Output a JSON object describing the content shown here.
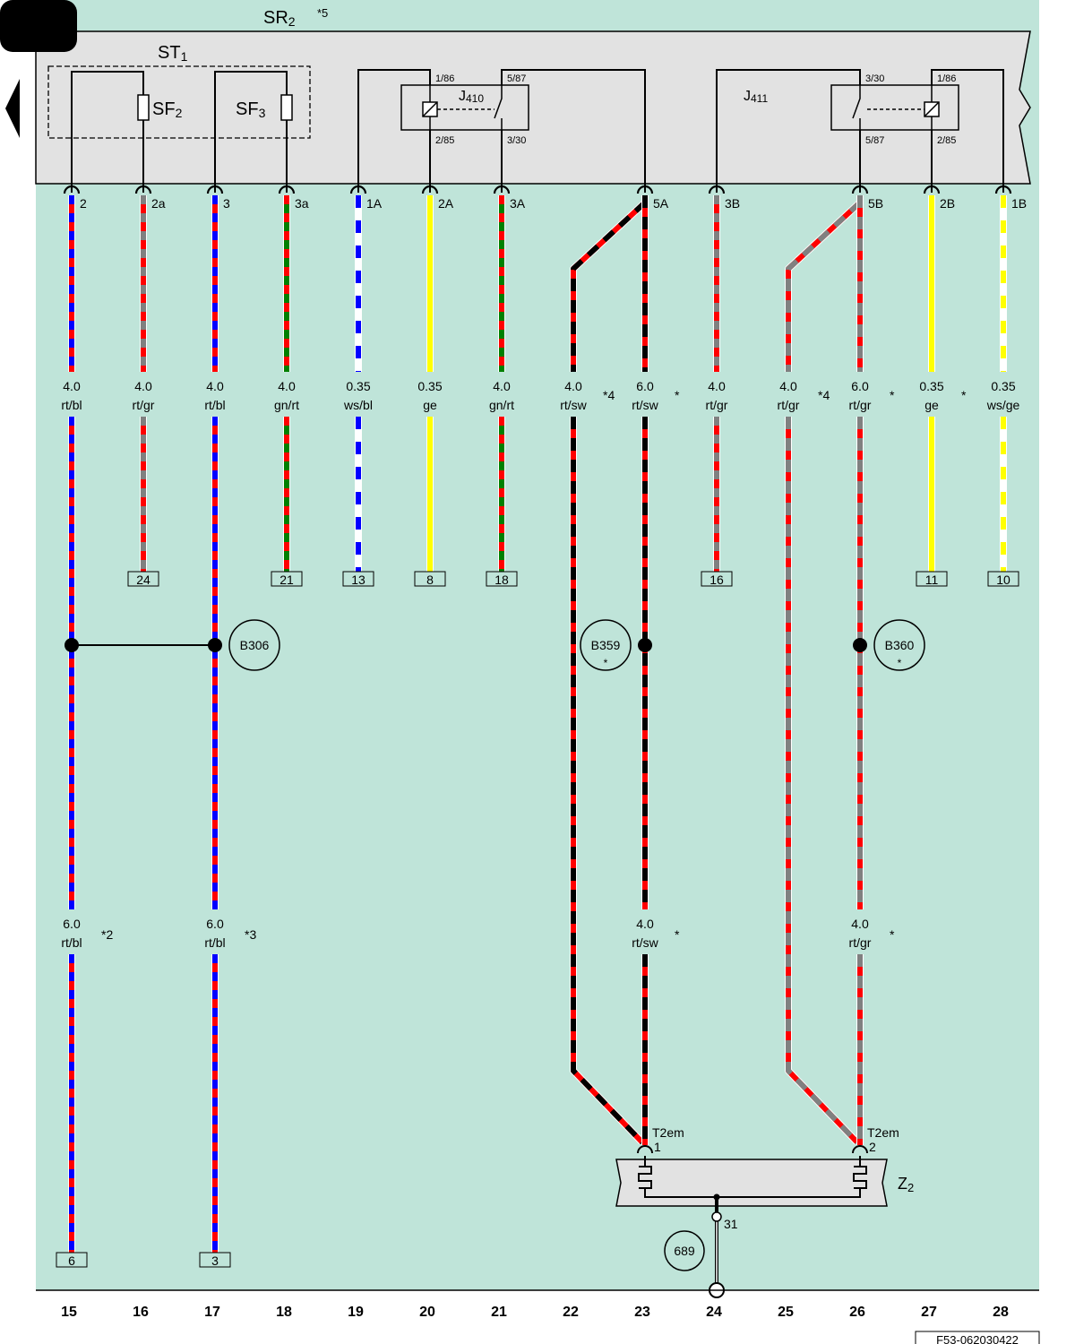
{
  "header": {
    "module": "SR",
    "module_sub": "2",
    "module_note": "*5",
    "block": "ST",
    "block_sub": "1",
    "fuse_a": "SF",
    "fuse_a_sub": "2",
    "fuse_b": "SF",
    "fuse_b_sub": "3",
    "relay_a": "J",
    "relay_a_sub": "410",
    "relay_b": "J",
    "relay_b_sub": "411",
    "relay_a_pins": [
      "1/86",
      "5/87",
      "2/85",
      "3/30"
    ],
    "relay_b_pins": [
      "3/30",
      "1/86",
      "5/87",
      "2/85"
    ]
  },
  "pins": [
    "2",
    "2a",
    "3",
    "3a",
    "1A",
    "2A",
    "3A",
    "5A",
    "3B",
    "5B",
    "2B",
    "1B"
  ],
  "wires": [
    {
      "size": "4.0",
      "color": "rt/bl",
      "note": ""
    },
    {
      "size": "4.0",
      "color": "rt/gr",
      "note": ""
    },
    {
      "size": "4.0",
      "color": "rt/bl",
      "note": ""
    },
    {
      "size": "4.0",
      "color": "gn/rt",
      "note": ""
    },
    {
      "size": "0.35",
      "color": "ws/bl",
      "note": ""
    },
    {
      "size": "0.35",
      "color": "ge",
      "note": ""
    },
    {
      "size": "4.0",
      "color": "gn/rt",
      "note": ""
    },
    {
      "size": "4.0",
      "color": "rt/sw",
      "note": "*4"
    },
    {
      "size": "6.0",
      "color": "rt/sw",
      "note": "*"
    },
    {
      "size": "4.0",
      "color": "rt/gr",
      "note": ""
    },
    {
      "size": "4.0",
      "color": "rt/gr",
      "note": "*4"
    },
    {
      "size": "6.0",
      "color": "rt/gr",
      "note": "*"
    },
    {
      "size": "0.35",
      "color": "ge",
      "note": "*"
    },
    {
      "size": "0.35",
      "color": "ws/ge",
      "note": ""
    }
  ],
  "lower_wires": [
    {
      "size": "6.0",
      "color": "rt/bl",
      "note": "*2"
    },
    {
      "size": "6.0",
      "color": "rt/bl",
      "note": "*3"
    },
    {
      "size": "4.0",
      "color": "rt/sw",
      "note": "*"
    },
    {
      "size": "4.0",
      "color": "rt/gr",
      "note": "*"
    }
  ],
  "continuations": [
    "24",
    "21",
    "13",
    "8",
    "18",
    "16",
    "11",
    "10",
    "6",
    "3"
  ],
  "splices": [
    {
      "name": "B306",
      "note": ""
    },
    {
      "name": "B359",
      "note": "*"
    },
    {
      "name": "B360",
      "note": "*"
    }
  ],
  "connector": {
    "name": "T2em",
    "pins": [
      "1",
      "2"
    ]
  },
  "component": {
    "name": "Z",
    "sub": "2"
  },
  "ground": {
    "terminal": "31",
    "point": "689"
  },
  "tracks": [
    "15",
    "16",
    "17",
    "18",
    "19",
    "20",
    "21",
    "22",
    "23",
    "24",
    "25",
    "26",
    "27",
    "28"
  ],
  "diagram_id": "F53-062030422",
  "colors": {
    "background": "#bfe4d9",
    "housing": "#e2e2e2",
    "red": "#ff0000",
    "blue": "#0000ff",
    "grey": "#808080",
    "green": "#008000",
    "yellow": "#ffff00",
    "black": "#000000",
    "white": "#ffffff"
  }
}
